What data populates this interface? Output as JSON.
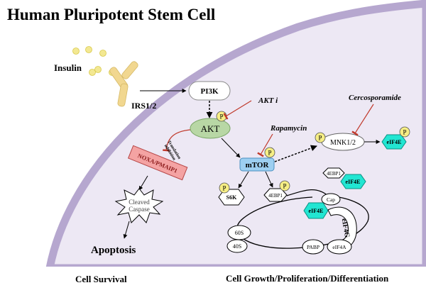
{
  "title": "Human Pluripotent Stem Cell",
  "labels": {
    "insulin": "Insulin",
    "receptor": "IRS1/2",
    "pi3k": "PI3K",
    "akt": "AKT",
    "akt_inhibitor": "AKT i",
    "rapamycin": "Rapamycin",
    "cercosporamide": "Cercosporamide",
    "mtor": "mTOR",
    "mnk": "MNK1/2",
    "eif4e": "eIF4E",
    "noxa": "NOXA/PMAIP1",
    "translation_inhibition_1": "Translation",
    "translation_inhibition_2": "inhibition",
    "caspase_1": "Cleaved",
    "caspase_2": "Caspase",
    "apoptosis": "Apoptosis",
    "s6k": "S6K",
    "ebp1": "4EBP1",
    "cap": "Cap",
    "eif4g": "eIF4G",
    "s60": "60S",
    "s40": "40S",
    "pabp": "PABP",
    "eif4a": "eIF4A",
    "phospho": "P",
    "cell_survival": "Cell Survival",
    "cell_growth": "Cell Growth/Proliferation/Differentiation"
  },
  "colors": {
    "membrane": "#b6a7cf",
    "cytoplasm": "#ede8f4",
    "phospho": "#f6ee85",
    "akt": "#b8d7a5",
    "mtor": "#9dcff1",
    "eif4e": "#22e6d2",
    "noxa": "#f4a3a3",
    "inhibit": "#c0392b",
    "insulin": "#f3e892",
    "receptor": "#f1d790"
  }
}
